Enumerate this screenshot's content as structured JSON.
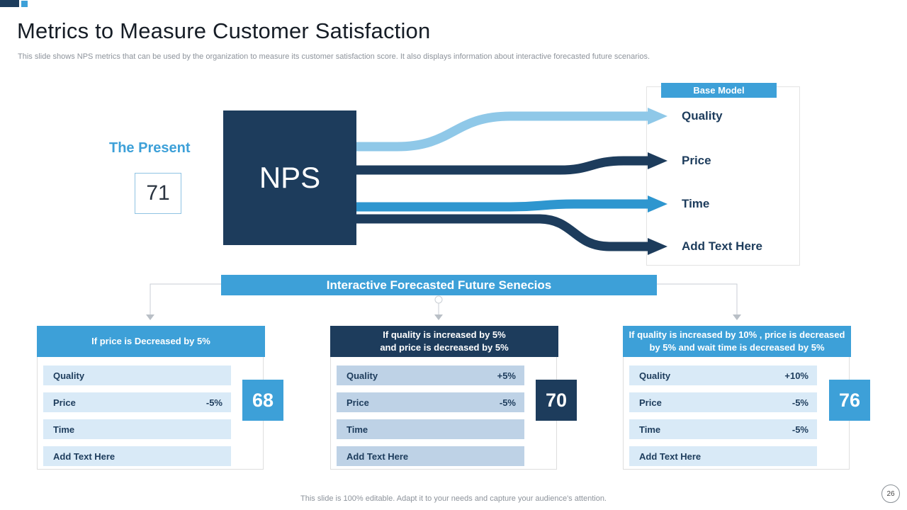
{
  "slide": {
    "title": "Metrics to Measure Customer Satisfaction",
    "subtitle": "This slide shows NPS metrics that can be used by the organization to measure its customer satisfaction score. It also displays information about interactive forecasted future scenarios.",
    "footer": "This slide is 100% editable. Adapt it to your needs and capture your audience's attention.",
    "page_number": "26"
  },
  "present": {
    "label": "The Present",
    "score": "71",
    "nps": "NPS"
  },
  "base_model": {
    "header": "Base Model",
    "items": [
      {
        "label": "Quality"
      },
      {
        "label": "Price"
      },
      {
        "label": "Time"
      },
      {
        "label": "Add Text Here"
      }
    ]
  },
  "banner": {
    "label": "Interactive Forecasted Future Senecios"
  },
  "scenarios": [
    {
      "header": "If price is Decreased by 5%",
      "header_line2": "",
      "score": "68",
      "rows": [
        {
          "label": "Quality",
          "value": ""
        },
        {
          "label": "Price",
          "value": "-5%"
        },
        {
          "label": "Time",
          "value": ""
        },
        {
          "label": "Add Text Here",
          "value": ""
        }
      ]
    },
    {
      "header": "If quality is increased by 5%",
      "header_line2": "and price is decreased by 5%",
      "score": "70",
      "rows": [
        {
          "label": "Quality",
          "value": "+5%"
        },
        {
          "label": "Price",
          "value": "-5%"
        },
        {
          "label": "Time",
          "value": ""
        },
        {
          "label": "Add Text Here",
          "value": ""
        }
      ]
    },
    {
      "header": "If quality is increased by 10% , price is decreased",
      "header_line2": "by 5% and wait time is decreased by 5%",
      "score": "76",
      "rows": [
        {
          "label": "Quality",
          "value": "+10%"
        },
        {
          "label": "Price",
          "value": "-5%"
        },
        {
          "label": "Time",
          "value": "-5%"
        },
        {
          "label": "Add Text Here",
          "value": ""
        }
      ]
    }
  ],
  "colors": {
    "navy": "#1d3c5c",
    "blue": "#3da0d8",
    "arrow_light_blue": "#8fc8e8",
    "arrow_mid_blue": "#2e96cf",
    "row_light_blue": "#d9eaf7",
    "row_steel_blue": "#bed2e6"
  }
}
